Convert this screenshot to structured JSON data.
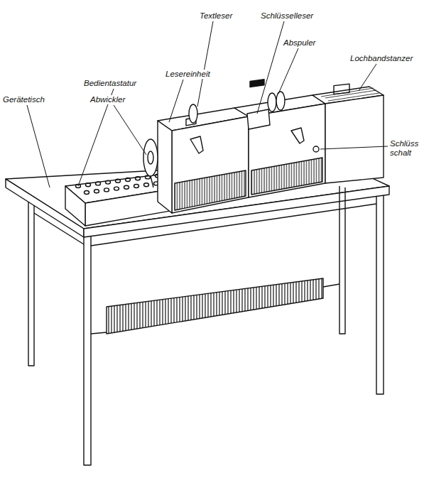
{
  "diagram": {
    "labels": [
      "Textleser",
      "Schlüsselleser",
      "Abspuler",
      "Lochbandstanzer",
      "Lesereinheit",
      "Bedientastatur",
      "Abwickler",
      "Gerätetisch",
      "Schlüss schalt"
    ]
  }
}
